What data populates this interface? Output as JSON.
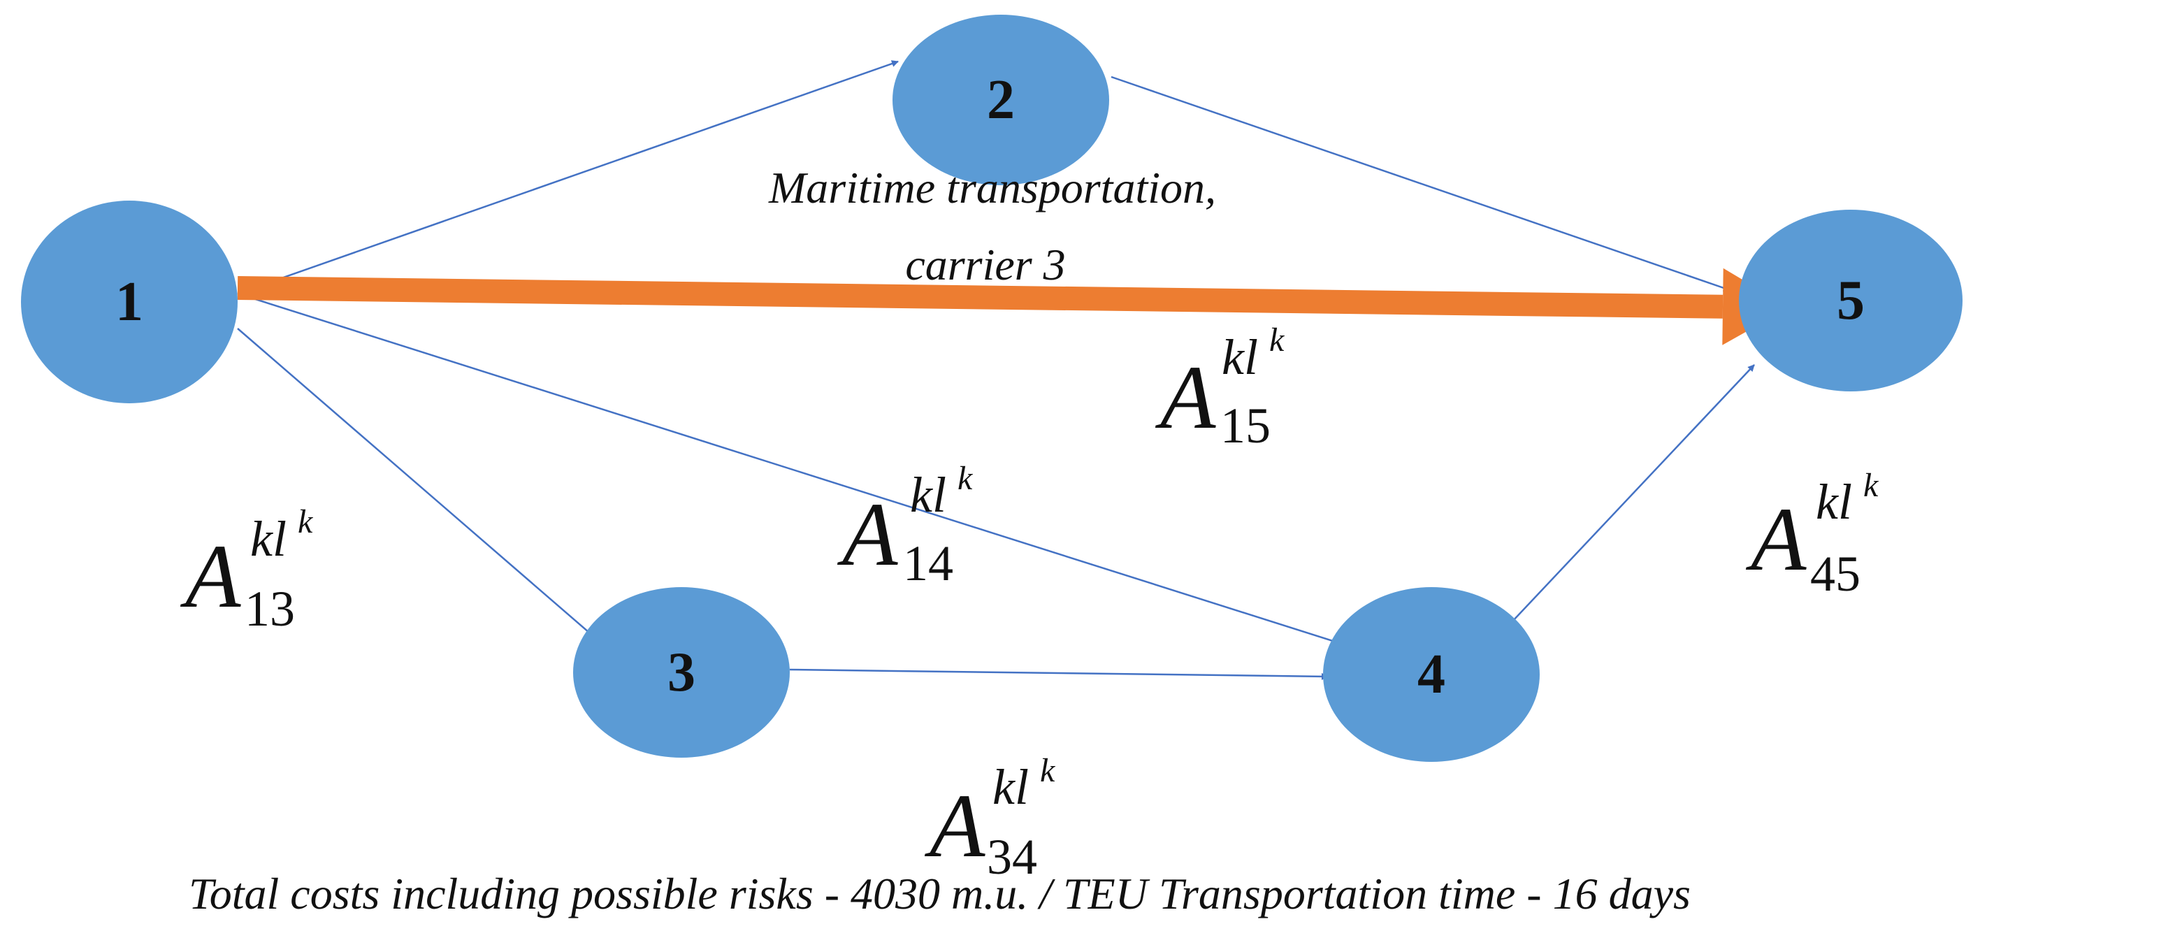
{
  "colors": {
    "node_fill": "#5b9bd5",
    "edge": "#4472c4",
    "highlight_edge": "#ed7d31",
    "text": "#111111"
  },
  "nodes": [
    {
      "id": "1",
      "label": "1"
    },
    {
      "id": "2",
      "label": "2"
    },
    {
      "id": "3",
      "label": "3"
    },
    {
      "id": "4",
      "label": "4"
    },
    {
      "id": "5",
      "label": "5"
    }
  ],
  "edges": [
    {
      "from": "1",
      "to": "2",
      "highlight": false
    },
    {
      "from": "2",
      "to": "5",
      "highlight": false
    },
    {
      "from": "1",
      "to": "3",
      "highlight": false
    },
    {
      "from": "1",
      "to": "4",
      "highlight": false
    },
    {
      "from": "3",
      "to": "4",
      "highlight": false
    },
    {
      "from": "4",
      "to": "5",
      "highlight": false
    },
    {
      "from": "1",
      "to": "5",
      "highlight": true
    }
  ],
  "arc_labels": [
    {
      "id": "a15",
      "main": "A",
      "sup": "kl",
      "supsup": "k",
      "sub": "15"
    },
    {
      "id": "a14",
      "main": "A",
      "sup": "kl",
      "supsup": "k",
      "sub": "14"
    },
    {
      "id": "a13",
      "main": "A",
      "sup": "kl",
      "supsup": "k",
      "sub": "13"
    },
    {
      "id": "a45",
      "main": "A",
      "sup": "kl",
      "supsup": "k",
      "sub": "45"
    },
    {
      "id": "a34",
      "main": "A",
      "sup": "kl",
      "supsup": "k",
      "sub": "34"
    }
  ],
  "route_label": {
    "line1": "Maritime transportation,",
    "line2": "carrier 3"
  },
  "footer": {
    "text": "Total costs including possible risks - 4030 m.u. / TEU Transportation time - 16 days"
  }
}
